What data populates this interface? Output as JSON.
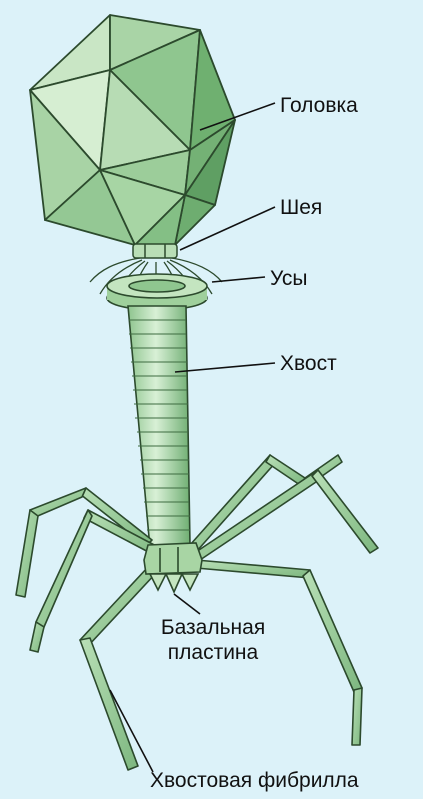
{
  "labels": {
    "head": "Головка",
    "neck": "Шея",
    "whiskers": "Усы",
    "tail": "Хвост",
    "base_plate_line1": "Базальная",
    "base_plate_line2": "пластина",
    "tail_fiber": "Хвостовая фибрилла"
  },
  "colors": {
    "background": "#dcf2f9",
    "light_green": "#cfe9cf",
    "mid_green": "#93c993",
    "dark_green": "#5f9d63",
    "outline": "#2c4a2d"
  },
  "icons": {
    "phage": "bacteriophage-illustration"
  }
}
